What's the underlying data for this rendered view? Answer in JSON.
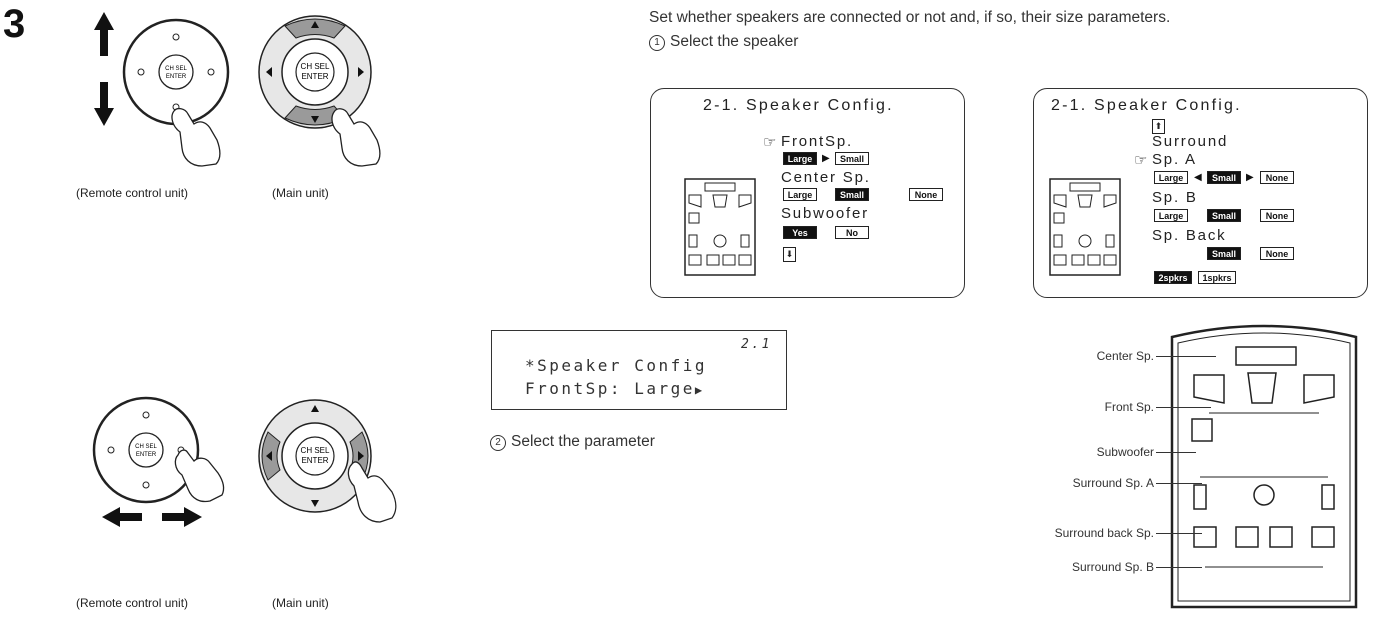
{
  "step": {
    "number": "3"
  },
  "images": {
    "top_remote_caption": "(Remote control unit)",
    "top_main_caption": "(Main unit)",
    "bottom_remote_caption": "(Remote control unit)",
    "bottom_main_caption": "(Main unit)",
    "button_text_line1": "CH SEL",
    "button_text_line2": "ENTER"
  },
  "instructions": {
    "intro": "Set whether speakers are connected or not and, if so, their size parameters.",
    "substep1_num": "1",
    "substep1_text": "Select the speaker",
    "substep2_num": "2",
    "substep2_text": "Select the parameter"
  },
  "screen1": {
    "title": "2-1. Speaker Config.",
    "front_label": "FrontSp.",
    "center_label": "Center Sp.",
    "sub_label": "Subwoofer",
    "options": {
      "large": "Large",
      "small": "Small",
      "none": "None",
      "yes": "Yes",
      "no": "No"
    }
  },
  "screen2": {
    "title": "2-1. Speaker Config.",
    "surround_label": "Surround",
    "spa_label": "Sp. A",
    "spb_label": "Sp. B",
    "spback_label": "Sp. Back",
    "options": {
      "large": "Large",
      "small": "Small",
      "none": "None",
      "two": "2spkrs",
      "one": "1spkrs"
    }
  },
  "lcd": {
    "page": "2.1",
    "line1": "*Speaker Config",
    "line2": "FrontSp: Large"
  },
  "layout_diagram": {
    "labels": [
      "Center Sp.",
      "Front Sp.",
      "Subwoofer",
      "Surround Sp. A",
      "Surround back Sp.",
      "Surround Sp. B"
    ]
  }
}
